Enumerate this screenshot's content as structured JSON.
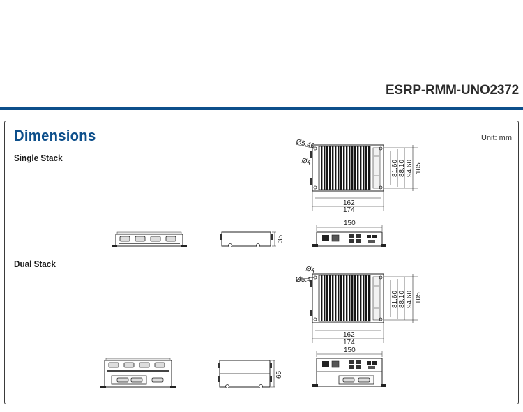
{
  "header": {
    "product_title": "ESRP-RMM-UNO2372",
    "brand_color": "#0d4f8b"
  },
  "section": {
    "title": "Dimensions",
    "unit": "Unit: mm"
  },
  "single_stack": {
    "label": "Single Stack",
    "top_view": {
      "hole_outer": "Ø5.40",
      "hole_inner": "Ø4",
      "dims_right": [
        "81.60",
        "88.10",
        "94.60",
        "105"
      ],
      "dims_bottom": [
        "162",
        "174"
      ]
    },
    "side_height": "35",
    "front_width": "150"
  },
  "dual_stack": {
    "label": "Dual Stack",
    "top_view": {
      "hole_inner": "Ø4",
      "hole_outer": "Ø5.4",
      "dims_right": [
        "81.60",
        "88.10",
        "94.60",
        "105"
      ],
      "dims_bottom": [
        "162",
        "174"
      ]
    },
    "side_height": "65",
    "front_width": "150"
  }
}
